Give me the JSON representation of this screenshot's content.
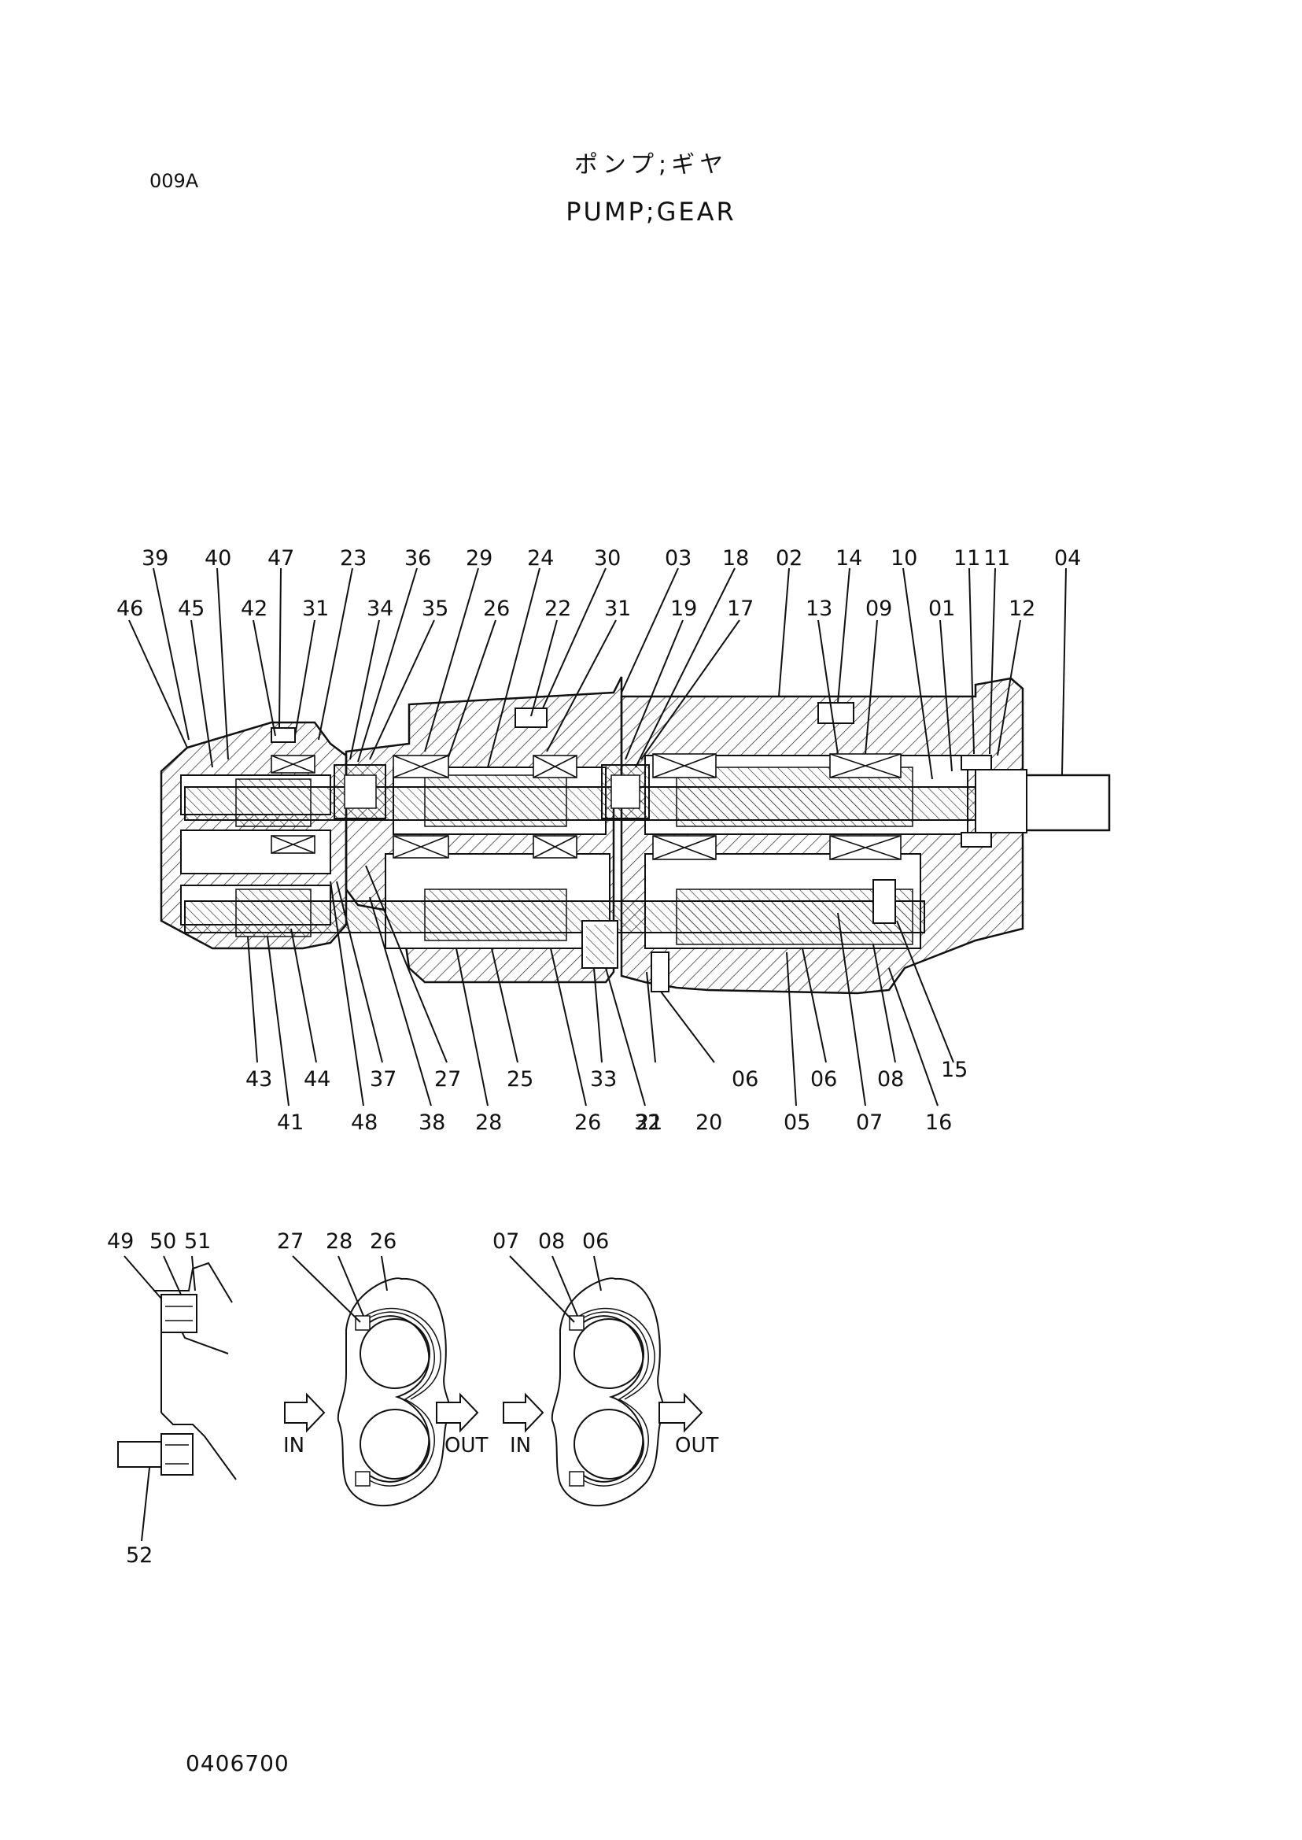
{
  "header": {
    "code": "009A",
    "title_jp": "ポンプ;ギヤ",
    "title_en": "PUMP;GEAR"
  },
  "footer": {
    "doc_number": "0406700"
  },
  "main_view": {
    "top_row1": [
      "39",
      "40",
      "47",
      "23",
      "36",
      "29",
      "24",
      "30",
      "03",
      "18",
      "02",
      "14",
      "10",
      "11",
      "11",
      "04"
    ],
    "top_row2": [
      "46",
      "45",
      "42",
      "31",
      "34",
      "35",
      "26",
      "22",
      "31",
      "19",
      "17",
      "13",
      "09",
      "01",
      "12"
    ],
    "bottom_row1": [
      "43",
      "44",
      "37",
      "27",
      "25",
      "33",
      "21",
      "20",
      "06",
      "06",
      "08",
      "15"
    ],
    "bottom_row2": [
      "41",
      "48",
      "38",
      "28",
      "26",
      "32",
      "05",
      "07",
      "16"
    ]
  },
  "detail_views": {
    "bolt_labels": [
      "49",
      "50",
      "51"
    ],
    "bolt_bottom_label": "52",
    "section1_labels": [
      "27",
      "28",
      "26"
    ],
    "section2_labels": [
      "07",
      "08",
      "06"
    ],
    "in_label": "IN",
    "out_label": "OUT"
  }
}
